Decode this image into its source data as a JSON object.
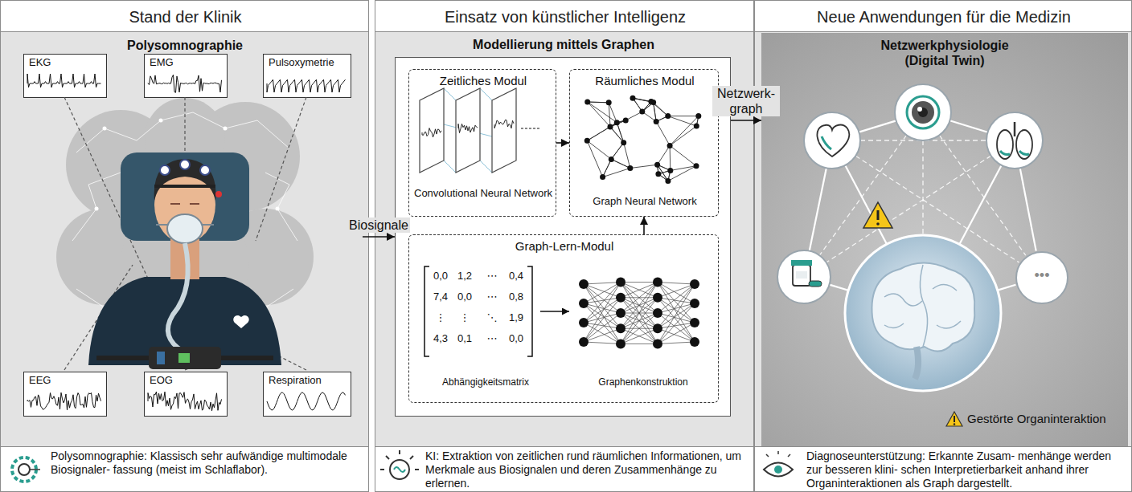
{
  "diagram": {
    "nodes": [
      {
        "text": [
          "Stand der Klinik",
          "Polysomnographie: Klassisch sehr aufwändige multimodale Biosignaler- fassung (meist im Schlaflabor)."
        ]
      },
      {
        "text": [
          "Polysomnographie"
        ],
        "in": 0
      },
      {
        "text": [
          "EKG"
        ],
        "in": 1
      },
      {
        "text": [
          "EMG"
        ],
        "in": 1
      },
      {
        "text": [
          "Pulsoxymetrie"
        ],
        "in": 1
      },
      {
        "text": [
          "EEG"
        ],
        "in": 1
      },
      {
        "text": [
          "EOG"
        ],
        "in": 1
      },
      {
        "text": [
          "Respiration"
        ],
        "in": 1
      },
      {
        "text": [
          "Einsatz von künstlicher Intelligenz",
          "KI: Extraktion von zeitlichen rund räumlichen Informationen, um Merkmale aus Biosignalen und deren Zusammenhänge zu erlernen."
        ]
      },
      {
        "text": [
          "Modellierung mittels Graphen"
        ],
        "in": 8
      },
      {
        "text": [
          "Zeitliches Modul",
          "Convolutional Neural Network"
        ],
        "in": 9
      },
      {
        "text": [
          "Räumliches Modul",
          "Graph Neural Network"
        ],
        "in": 9
      },
      {
        "text": [
          "Graph-Lern-Modul",
          "Abhängigkeitsmatrix",
          "Graphenkonstruktion"
        ],
        "in": 9
      },
      {
        "text": [
          "Neue Anwendungen für die Medizin",
          "Diagnoseunterstützung: Erkannte Zusam- menhänge werden zur besseren klini- schen Interpretierbarkeit anhand ihrer Organinteraktionen als Graph dargestellt."
        ]
      },
      {
        "text": [
          "Netzwerkphysiologie (Digital Twin)"
        ],
        "in": 13
      },
      {
        "text": [
          "•••"
        ],
        "in": 14
      }
    ],
    "edges": [
      {
        "from": 10,
        "to": 11,
        "arrow": "to"
      },
      {
        "from": 12,
        "to": 11,
        "arrow": "to"
      },
      {
        "from": 1,
        "to": 9,
        "label": "Biosignale",
        "arrow": "to"
      },
      {
        "from": 9,
        "to": 14,
        "label": "Netzwerk- graph",
        "arrow": "to"
      }
    ],
    "labels": [
      "0,0",
      "1,2",
      "⋯",
      "0,4",
      "7,4",
      "0,0",
      "⋯",
      "0,8",
      "⋮",
      "⋮",
      "⋱",
      "1,9",
      "4,3",
      "0,1",
      "⋯",
      "0,0"
    ],
    "legend": [
      {
        "text": "Gestörte Organinteraktion"
      }
    ]
  }
}
